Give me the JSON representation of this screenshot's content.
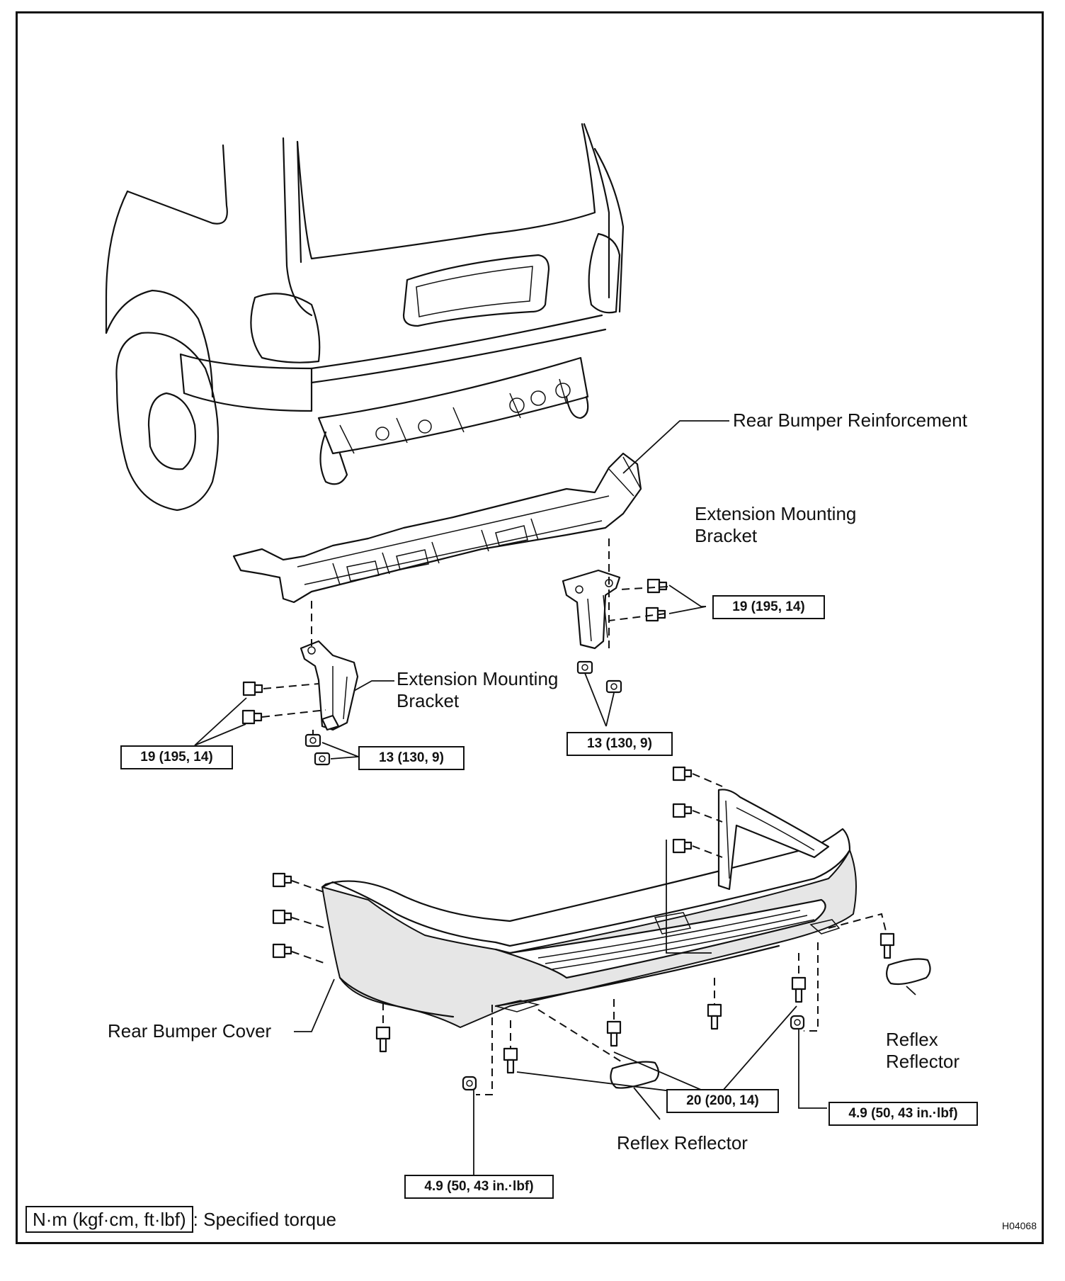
{
  "labels": {
    "reinforcement": "Rear Bumper Reinforcement",
    "bracket_right_line1": "Extension Mounting",
    "bracket_right_line2": "Bracket",
    "bracket_left_line1": "Extension Mounting",
    "bracket_left_line2": "Bracket",
    "cover": "Rear Bumper Cover",
    "reflector_right_line1": "Reflex",
    "reflector_right_line2": "Reflector",
    "reflector_center": "Reflex Reflector"
  },
  "torque_specs": {
    "bracket_bolts_right": "19 (195, 14)",
    "bracket_nuts_right": "13 (130, 9)",
    "bracket_bolts_left": "19 (195, 14)",
    "bracket_nuts_left": "13 (130, 9)",
    "cover_bolts": "20 (200, 14)",
    "reflector_nut_right": "4.9 (50, 43 in.·lbf)",
    "reflector_nut_left": "4.9 (50, 43 in.·lbf)"
  },
  "legend": {
    "unit": "N·m (kgf·cm, ft·lbf)",
    "meaning": ": Specified torque"
  },
  "figure_code": "H04068"
}
